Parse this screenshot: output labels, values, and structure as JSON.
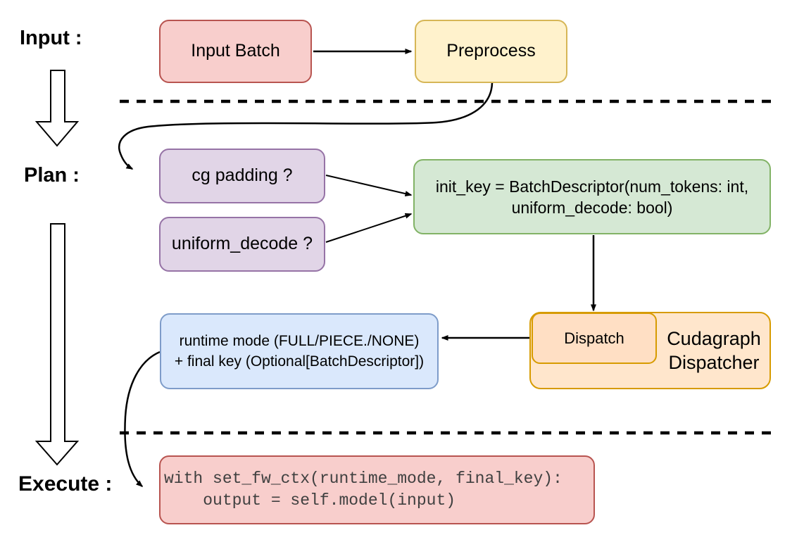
{
  "sections": {
    "input": {
      "label": "Input :"
    },
    "plan": {
      "label": "Plan :"
    },
    "execute": {
      "label": "Execute :"
    }
  },
  "nodes": {
    "input_batch": {
      "label": "Input Batch"
    },
    "preprocess": {
      "label": "Preprocess"
    },
    "cg_padding": {
      "label": "cg padding ?"
    },
    "uniform_decode": {
      "label": "uniform_decode ?"
    },
    "init_key": {
      "line1": "init_key = BatchDescriptor(num_tokens: int,",
      "line2": "uniform_decode: bool)"
    },
    "dispatch": {
      "label": "Dispatch"
    },
    "cudagraph_dispatcher": {
      "label": "Cudagraph Dispatcher"
    },
    "runtime_result": {
      "line1": "runtime mode (FULL/PIECE./NONE)",
      "line2": "+ final key (Optional[BatchDescriptor])"
    },
    "execute_code": {
      "line1": "with set_fw_ctx(runtime_mode, final_key):",
      "line2": "    output = self.model(input)"
    }
  },
  "colors": {
    "pink_fill": "#F8CECC",
    "pink_border": "#B85450",
    "yellow_fill": "#FFF2CC",
    "yellow_border": "#D6B656",
    "purple_fill": "#E1D5E7",
    "purple_border": "#9673A6",
    "green_fill": "#D5E8D4",
    "green_border": "#82B366",
    "orange_fill": "#FFE6CC",
    "orange_inner_fill": "#FFDFC4",
    "orange_border": "#D79B00",
    "blue_fill": "#DAE8FC",
    "blue_border": "#7E9CC9",
    "connector": "#000000"
  }
}
